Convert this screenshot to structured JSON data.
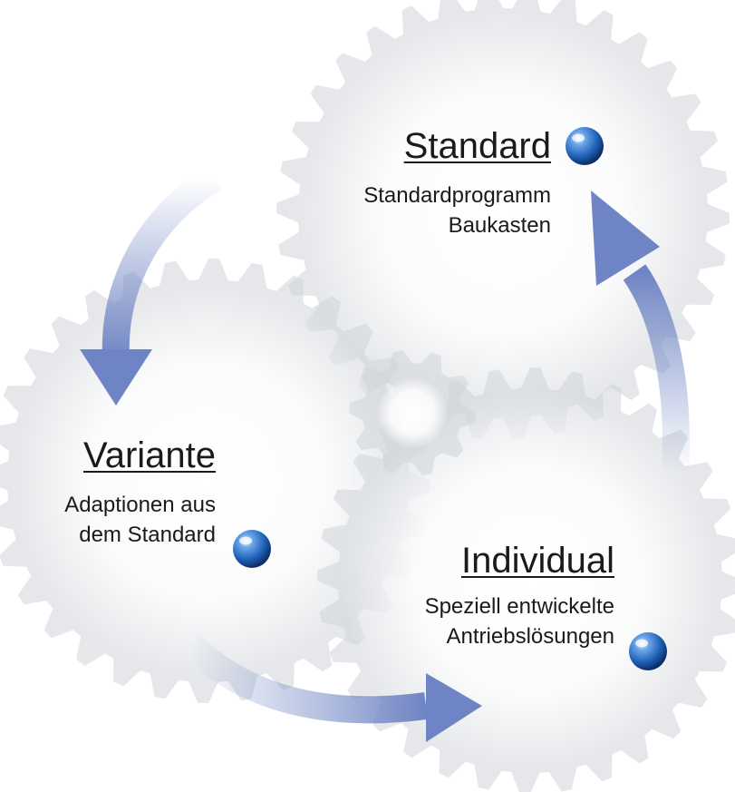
{
  "standard": {
    "title": "Standard",
    "lines": [
      "Standardprogramm",
      "Baukasten"
    ]
  },
  "variante": {
    "title": "Variante",
    "lines": [
      "Adaptionen aus",
      "dem Standard"
    ]
  },
  "individual": {
    "title": "Individual",
    "lines": [
      "Speziell entwickelte",
      "Antriebslösungen"
    ]
  },
  "colors": {
    "arrow": "#7a8ec8",
    "gear": "#cfd3d8",
    "dot": "#1e62b8"
  },
  "icons": {
    "arrow": "curved-arrow-icon",
    "gear": "gear-icon",
    "node": "blue-sphere-icon"
  }
}
